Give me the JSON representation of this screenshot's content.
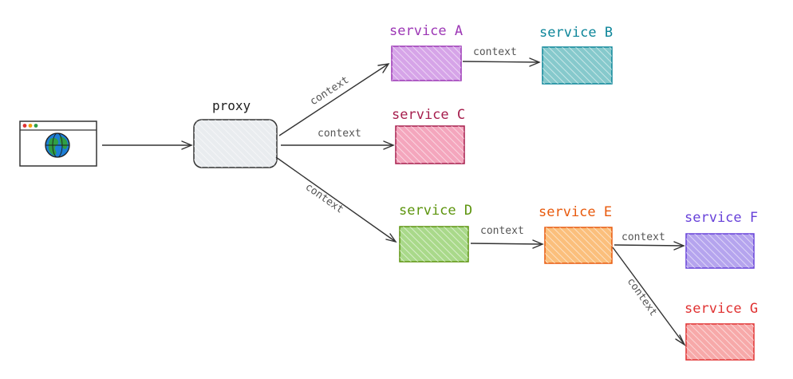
{
  "proxy": {
    "label": "proxy"
  },
  "context_label": "context",
  "services": {
    "A": {
      "label": "service A",
      "color": "#9c36b5",
      "fill": "#d6a4e8"
    },
    "B": {
      "label": "service B",
      "color": "#0c8599",
      "fill": "#86c9cc"
    },
    "C": {
      "label": "service C",
      "color": "#a61e4d",
      "fill": "#f4a6bd"
    },
    "D": {
      "label": "service D",
      "color": "#5c940d",
      "fill": "#a9d98a"
    },
    "E": {
      "label": "service E",
      "color": "#e8590c",
      "fill": "#fbbf7c"
    },
    "F": {
      "label": "service F",
      "color": "#6741d9",
      "fill": "#b5a4ee"
    },
    "G": {
      "label": "service G",
      "color": "#e03131",
      "fill": "#f7a9a9"
    }
  },
  "edges": [
    {
      "from": "browser",
      "to": "proxy",
      "label": ""
    },
    {
      "from": "proxy",
      "to": "A",
      "label": "context"
    },
    {
      "from": "proxy",
      "to": "C",
      "label": "context"
    },
    {
      "from": "proxy",
      "to": "D",
      "label": "context"
    },
    {
      "from": "A",
      "to": "B",
      "label": "context"
    },
    {
      "from": "D",
      "to": "E",
      "label": "context"
    },
    {
      "from": "E",
      "to": "F",
      "label": "context"
    },
    {
      "from": "E",
      "to": "G",
      "label": "context"
    }
  ]
}
